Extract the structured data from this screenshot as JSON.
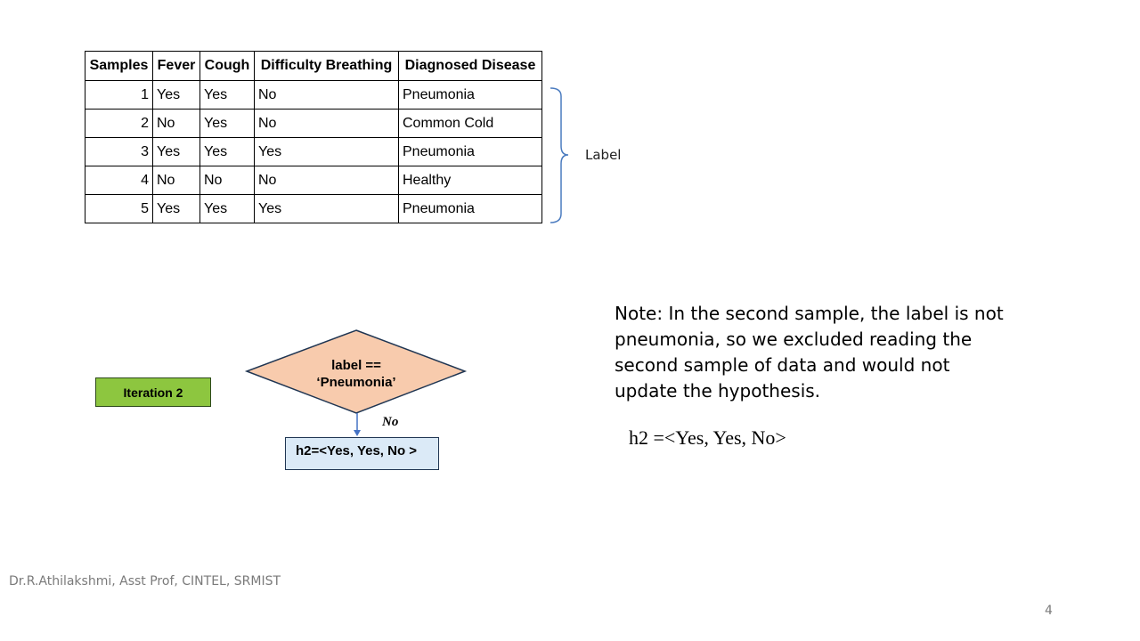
{
  "table": {
    "headers": [
      "Samples",
      "Fever",
      "Cough",
      "Difficulty Breathing",
      "Diagnosed Disease"
    ],
    "rows": [
      [
        "1",
        "Yes",
        "Yes",
        "No",
        "Pneumonia"
      ],
      [
        "2",
        "No",
        "Yes",
        "No",
        "Common Cold"
      ],
      [
        "3",
        "Yes",
        "Yes",
        "Yes",
        "Pneumonia"
      ],
      [
        "4",
        "No",
        "No",
        "No",
        "Healthy"
      ],
      [
        "5",
        "Yes",
        "Yes",
        "Yes",
        "Pneumonia"
      ]
    ]
  },
  "brace_label": "Label",
  "flowchart": {
    "iteration": "Iteration 2",
    "decision_line1": "label ==",
    "decision_line2": "‘Pneumonia’",
    "branch_label": "No",
    "hypothesis_box": "h2=<Yes, Yes, No >",
    "colors": {
      "iteration_fill": "#8dc63f",
      "diamond_fill": "#f8cbad",
      "hypothesis_fill": "#dbeaf7",
      "arrow": "#4472c4"
    }
  },
  "note": {
    "text": "Note: In the second sample, the label is not pneumonia, so we excluded reading the second sample of data and would not update the hypothesis.",
    "formula": "h2 =<Yes, Yes, No>"
  },
  "footer": {
    "author": "Dr.R.Athilakshmi, Asst Prof, CINTEL, SRMIST",
    "page_number": "4"
  }
}
